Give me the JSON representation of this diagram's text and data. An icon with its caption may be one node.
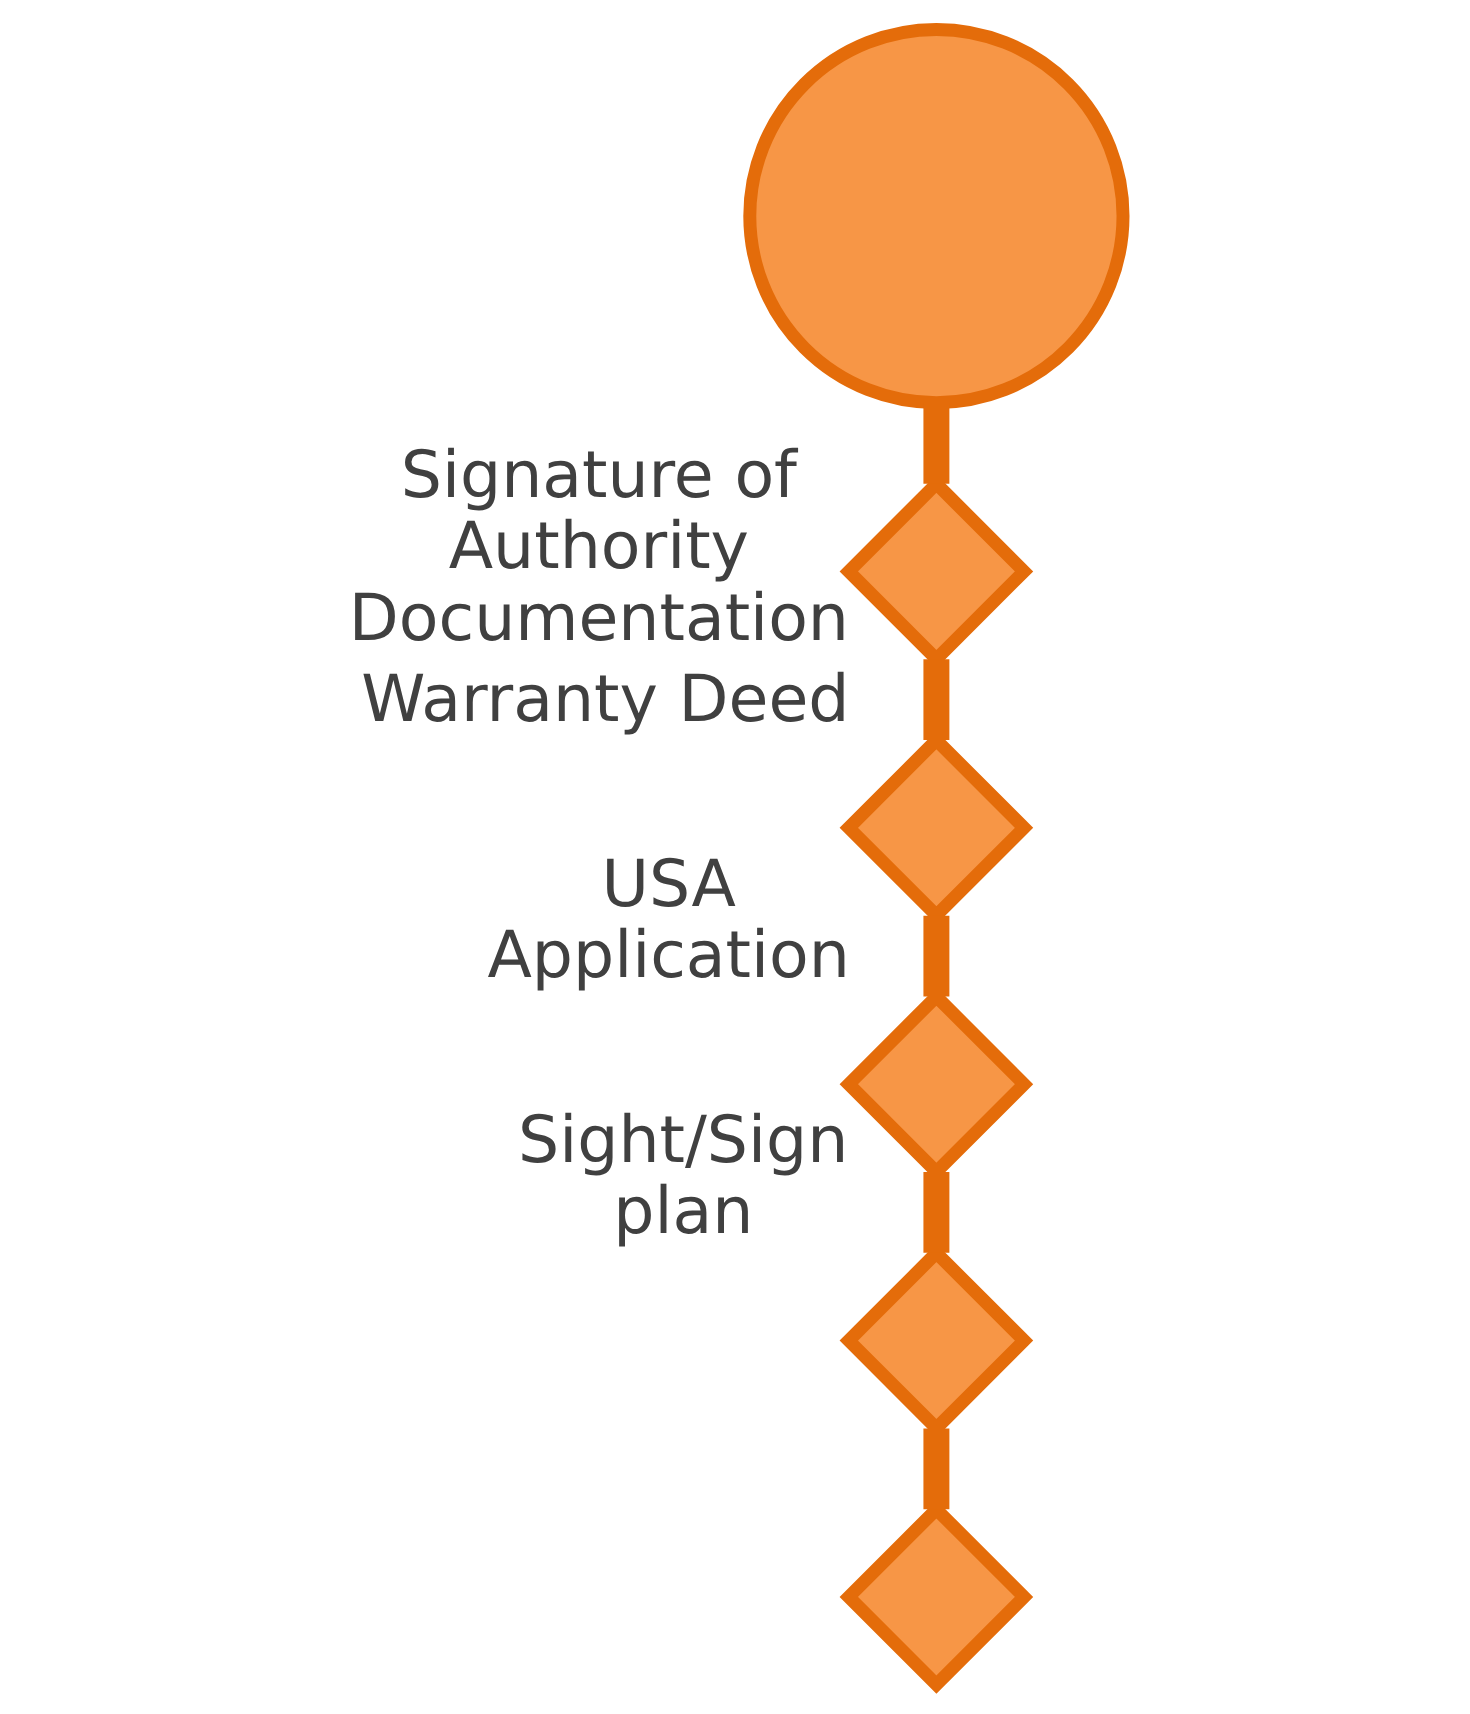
{
  "diagram": {
    "nodes": [
      {
        "text": [],
        "shape": "circle"
      },
      {
        "text": [],
        "shape": "diamond",
        "beside": [
          "Signature of Authority Documentation"
        ]
      },
      {
        "text": [],
        "shape": "diamond",
        "beside": [
          "Warranty Deed"
        ]
      },
      {
        "text": [],
        "shape": "diamond",
        "beside": [
          "USA Application"
        ]
      },
      {
        "text": [],
        "shape": "diamond",
        "beside": [
          "Sight/Sign plan"
        ]
      },
      {
        "text": [],
        "shape": "diamond"
      }
    ],
    "edges": [
      {
        "from": 0,
        "to": 1,
        "arrow": "none"
      },
      {
        "from": 1,
        "to": 2,
        "arrow": "none"
      },
      {
        "from": 2,
        "to": 3,
        "arrow": "none"
      },
      {
        "from": 3,
        "to": 4,
        "arrow": "none"
      },
      {
        "from": 4,
        "to": 5,
        "arrow": "none"
      }
    ]
  }
}
